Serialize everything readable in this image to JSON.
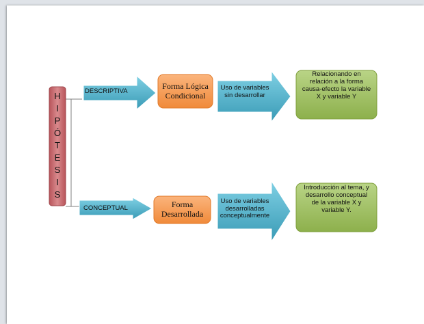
{
  "diagram": {
    "root": {
      "letters": [
        "H",
        "I",
        "P",
        "Ó",
        "T",
        "E",
        "S",
        "I",
        "S"
      ]
    },
    "branches": [
      {
        "type_label": "DESCRIPTIVA",
        "form_label": "Forma Lógica Condicional",
        "variables_label": "Uso de variables sin desarrollar",
        "result_label": "Relacionando en relación a la forma causa-efecto la variable X y variable Y"
      },
      {
        "type_label": "CONCEPTUAL",
        "form_label": "Forma Desarrollada",
        "variables_label": "Uso de variables desarrolladas conceptualmente",
        "result_label": "Introducción al tema, y desarrollo conceptual de la variable X y variable Y."
      }
    ],
    "colors": {
      "root_fill": "#c96a6e",
      "arrow_fill": "#4bacc6",
      "form_fill": "#f79646",
      "result_fill": "#9bbb59"
    }
  }
}
